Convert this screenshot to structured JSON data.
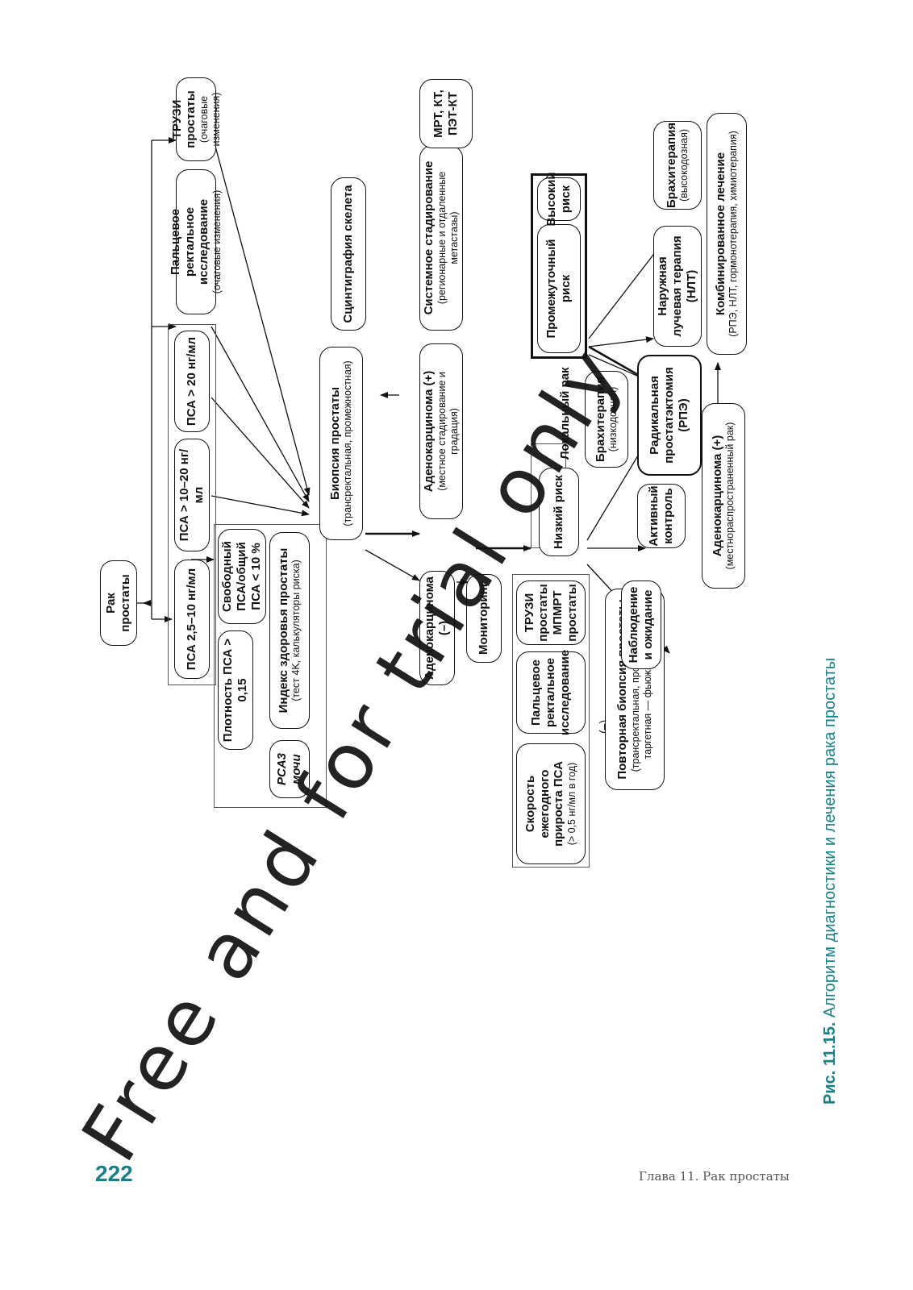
{
  "page": {
    "number": "222",
    "running_head": "Глава 11. Рак простаты"
  },
  "caption": {
    "label": "Рис. 11.15.",
    "text": "Алгоритм диагностики и лечения рака простаты"
  },
  "watermark": "Free and for trial only",
  "nodes": {
    "root": {
      "title": "Рак простаты"
    },
    "psa_2_5_10": {
      "title": "ПСА 2,5–10 нг/мл"
    },
    "psa_10_20": {
      "title": "ПСА > 10–20 нг/мл"
    },
    "psa_20": {
      "title": "ПСА > 20 нг/мл"
    },
    "dre": {
      "title": "Пальцевое ректальное исследование",
      "sub": "(очаговые изменения)"
    },
    "trus": {
      "title": "ТРУЗИ простаты",
      "sub": "(очаговые изменения)"
    },
    "density": {
      "title": "Плотность ПСА > 0,15"
    },
    "free_psa": {
      "title": "Свободный ПСА/общий ПСА < 10 %"
    },
    "pca3": {
      "title": "PCA3 мочи"
    },
    "phi": {
      "title": "Индекс здоровья простаты",
      "sub": "(тест 4K, калькуляторы риска)"
    },
    "biopsy": {
      "title": "Биопсия простаты",
      "sub": "(трансректальная, промежностная)"
    },
    "adeno_neg": {
      "title": "Аденокарцинома (–)"
    },
    "monitoring": {
      "title": "Мониторинг"
    },
    "adeno_pos": {
      "title": "Аденокарцинома (+)",
      "sub": "(местное стадирование и градация)"
    },
    "system_staging": {
      "title": "Системное стадирование",
      "sub": "(регионарные и отдаленные метастазы)"
    },
    "scint": {
      "title": "Сцинтиграфия скелета"
    },
    "mrt": {
      "title": "МРТ, КТ, ПЭТ-КТ"
    },
    "velocity": {
      "title": "Скорость ежегодного прироста ПСА",
      "sub": "(> 0,5 нг/мл в год)"
    },
    "dre2": {
      "title": "Пальцевое ректальное исследование"
    },
    "trus_mp": {
      "title": "ТРУЗИ простаты МПМРТ простаты"
    },
    "repeat_biopsy": {
      "title": "Повторная биопсия простаты",
      "sub": "(трансректальная, промежностная, таргетная — фьюжн биопсия)"
    },
    "watch": {
      "title": "Наблюдение и ожидание"
    },
    "low": {
      "title": "Низкий риск"
    },
    "intermediate": {
      "title": "Промежуточный риск"
    },
    "high": {
      "title": "Высокий риск"
    },
    "active": {
      "title": "Активный контроль"
    },
    "brachy_low": {
      "title": "Брахитерапия",
      "sub": "(низкодозная)"
    },
    "rpe": {
      "title": "Радикальная простатэктомия (РПЭ)"
    },
    "nlt": {
      "title": "Наружная лучевая терапия (НЛТ)"
    },
    "brachy_high": {
      "title": "Брахитерапия",
      "sub": "(высокодозная)"
    },
    "adeno_pos2": {
      "title": "Аденокарцинома (+)",
      "sub": "(местнораспространенный рак)"
    },
    "combined": {
      "title": "Комбинированное лечение",
      "sub": "(РПЭ, НЛТ, гормонотерапия, химиотерапия)"
    }
  },
  "labels": {
    "local_cancer": "Локальный рак",
    "minus": "(–)"
  }
}
